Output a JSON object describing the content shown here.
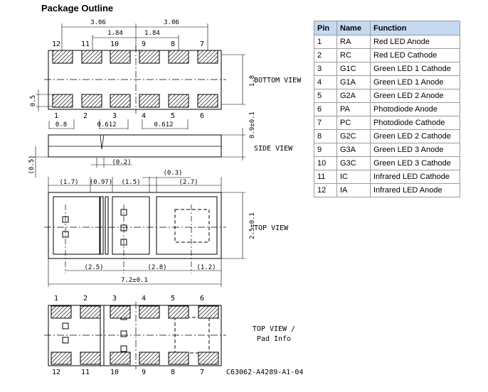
{
  "title": "Package Outline",
  "views": {
    "bottom": "BOTTOM VIEW",
    "side": "SIDE VIEW",
    "top": "TOP VIEW",
    "pad_line1": "TOP VIEW /",
    "pad_line2": "Pad Info"
  },
  "dims": {
    "d306a": "3.06",
    "d306b": "3.06",
    "d184a": "1.84",
    "d184b": "1.84",
    "d18": "1.8",
    "d05": "0.5",
    "d08": "0.8",
    "d0612a": "0.612",
    "d0612b": "0.612",
    "d09": "0.9±0.1",
    "d05p": "(0.5)",
    "d02": "(0.2)",
    "d03": "(0.3)",
    "d17": "(1.7)",
    "d097": "(0.97)",
    "d15": "(1.5)",
    "d27": "(2.7)",
    "d25": "2.5±0.1",
    "d25p": "(2.5)",
    "d28": "(2.8)",
    "d12": "(1.2)",
    "d72": "7.2±0.1"
  },
  "pin_numbers_top": [
    "12",
    "11",
    "10",
    "9",
    "8",
    "7"
  ],
  "pin_numbers_bottom": [
    "1",
    "2",
    "3",
    "4",
    "5",
    "6"
  ],
  "drawing_number": "C63062-A4289-A1-04",
  "table": {
    "headers": [
      "Pin",
      "Name",
      "Function"
    ],
    "rows": [
      [
        "1",
        "RA",
        "Red LED Anode"
      ],
      [
        "2",
        "RC",
        "Red LED Cathode"
      ],
      [
        "3",
        "G1C",
        "Green LED 1 Cathode"
      ],
      [
        "4",
        "G1A",
        "Green LED 1 Anode"
      ],
      [
        "5",
        "G2A",
        "Green LED 2 Anode"
      ],
      [
        "6",
        "PA",
        "Photodiode Anode"
      ],
      [
        "7",
        "PC",
        "Photodiode Cathode"
      ],
      [
        "8",
        "G2C",
        "Green LED 2 Cathode"
      ],
      [
        "9",
        "G3A",
        "Green LED 3 Anode"
      ],
      [
        "10",
        "G3C",
        "Green LED 3 Cathode"
      ],
      [
        "11",
        "IC",
        "Infrared LED Cathode"
      ],
      [
        "12",
        "IA",
        "Infrared LED Anode"
      ]
    ]
  }
}
